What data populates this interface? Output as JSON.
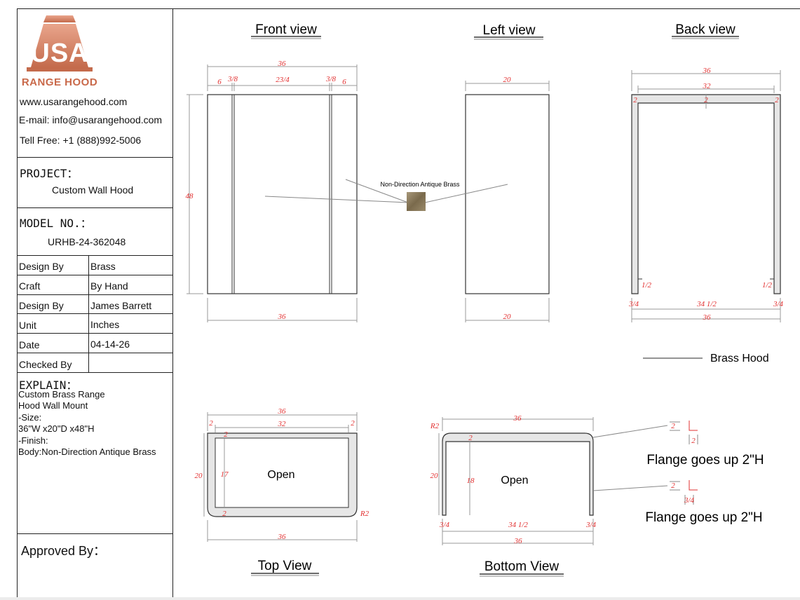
{
  "brand": {
    "logo_letters": "USA",
    "logo_text": "RANGE HOOD"
  },
  "contact": {
    "website": "www.usarangehood.com",
    "email": "E-mail: info@usarangehood.com",
    "phone": "Tell Free: +1 (888)992-5006"
  },
  "project": {
    "label": "PROJECT：",
    "value": "Custom Wall Hood"
  },
  "model": {
    "label": "MODEL NO.：",
    "value": "URHB-24-362048"
  },
  "info_table": [
    {
      "label": "Design By",
      "value": "Brass"
    },
    {
      "label": "Craft",
      "value": "By Hand"
    },
    {
      "label": "Design By",
      "value": "James Barrett"
    },
    {
      "label": "Unit",
      "value": "Inches"
    },
    {
      "label": "Date",
      "value": "04-14-26"
    },
    {
      "label": "Checked By",
      "value": ""
    }
  ],
  "explain": {
    "label": "EXPLAIN：",
    "lines": [
      "Custom Brass Range",
      "Hood Wall Mount",
      "-Size:",
      "36\"W x20\"D x48\"H",
      "-Finish:",
      "Body:Non-Direction Antique Brass"
    ]
  },
  "approved_label": "Approved By：",
  "views": {
    "front": "Front view",
    "left": "Left view",
    "back": "Back view",
    "top": "Top View",
    "bottom": "Bottom View"
  },
  "finish_label": "Non-Direction Antique Brass",
  "legend_label": "Brass Hood",
  "flange_notes": [
    "Flange goes up 2\"H",
    "Flange goes up 2\"H"
  ],
  "open_label": "Open",
  "dimensions": {
    "front": {
      "width": "36",
      "left_margin": "6",
      "seam": "3/8",
      "center": "23/4",
      "height": "48"
    },
    "left": {
      "depth": "20"
    },
    "back": {
      "width": "36",
      "inner": "32",
      "side": "2",
      "flange": "1/2",
      "lip": "3/4",
      "span": "34 1/2"
    },
    "top": {
      "width": "36",
      "inner": "32",
      "side": "2",
      "depth": "20",
      "inner_depth": "17",
      "radius": "R2"
    },
    "bottom": {
      "width": "36",
      "side": "2",
      "depth": "20",
      "inner_depth": "18",
      "lip": "3/4",
      "span": "34 1/2",
      "radius": "R2"
    },
    "flange": {
      "up": "2",
      "side": "2",
      "lip": "3/4"
    }
  },
  "colors": {
    "dimension": "#e23030",
    "brass_swatch": "#8a7a5c",
    "logo": "#d4846a"
  }
}
